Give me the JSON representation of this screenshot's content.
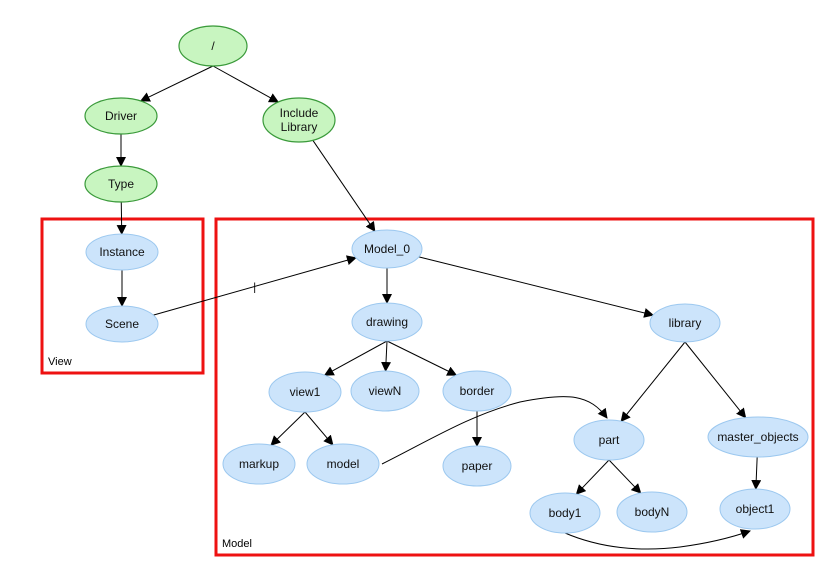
{
  "diagram": {
    "type": "tree-graph",
    "colors": {
      "root_fill": "#c8f5c0",
      "root_stroke": "#3a9a3a",
      "node_fill": "#cce4fb",
      "node_stroke": "#9cc8ef",
      "group_border": "#ee1111"
    },
    "groups": [
      {
        "id": "view",
        "label": "View"
      },
      {
        "id": "model",
        "label": "Model"
      }
    ],
    "nodes": [
      {
        "id": "root",
        "label": "/",
        "style": "green"
      },
      {
        "id": "driver",
        "label": "Driver",
        "style": "green"
      },
      {
        "id": "include_library",
        "label": "Include\nLibrary",
        "style": "green"
      },
      {
        "id": "type",
        "label": "Type",
        "style": "green"
      },
      {
        "id": "instance",
        "label": "Instance",
        "style": "blue",
        "group": "view"
      },
      {
        "id": "scene",
        "label": "Scene",
        "style": "blue",
        "group": "view"
      },
      {
        "id": "model_0",
        "label": "Model_0",
        "style": "blue",
        "group": "model"
      },
      {
        "id": "drawing",
        "label": "drawing",
        "style": "blue",
        "group": "model"
      },
      {
        "id": "library",
        "label": "library",
        "style": "blue",
        "group": "model"
      },
      {
        "id": "view1",
        "label": "view1",
        "style": "blue",
        "group": "model"
      },
      {
        "id": "viewN",
        "label": "viewN",
        "style": "blue",
        "group": "model"
      },
      {
        "id": "border",
        "label": "border",
        "style": "blue",
        "group": "model"
      },
      {
        "id": "markup",
        "label": "markup",
        "style": "blue",
        "group": "model"
      },
      {
        "id": "model",
        "label": "model",
        "style": "blue",
        "group": "model"
      },
      {
        "id": "paper",
        "label": "paper",
        "style": "blue",
        "group": "model"
      },
      {
        "id": "part",
        "label": "part",
        "style": "blue",
        "group": "model"
      },
      {
        "id": "master_objects",
        "label": "master_objects",
        "style": "blue",
        "group": "model"
      },
      {
        "id": "body1",
        "label": "body1",
        "style": "blue",
        "group": "model"
      },
      {
        "id": "bodyN",
        "label": "bodyN",
        "style": "blue",
        "group": "model"
      },
      {
        "id": "object1",
        "label": "object1",
        "style": "blue",
        "group": "model"
      }
    ],
    "edges": [
      {
        "from": "root",
        "to": "driver"
      },
      {
        "from": "root",
        "to": "include_library"
      },
      {
        "from": "driver",
        "to": "type"
      },
      {
        "from": "type",
        "to": "instance"
      },
      {
        "from": "include_library",
        "to": "model_0"
      },
      {
        "from": "instance",
        "to": "scene"
      },
      {
        "from": "scene",
        "to": "model_0",
        "label": "|"
      },
      {
        "from": "model_0",
        "to": "drawing"
      },
      {
        "from": "model_0",
        "to": "library"
      },
      {
        "from": "drawing",
        "to": "view1"
      },
      {
        "from": "drawing",
        "to": "viewN"
      },
      {
        "from": "drawing",
        "to": "border"
      },
      {
        "from": "view1",
        "to": "markup"
      },
      {
        "from": "view1",
        "to": "model"
      },
      {
        "from": "border",
        "to": "paper"
      },
      {
        "from": "model",
        "to": "part"
      },
      {
        "from": "library",
        "to": "part"
      },
      {
        "from": "library",
        "to": "master_objects"
      },
      {
        "from": "part",
        "to": "body1"
      },
      {
        "from": "part",
        "to": "bodyN"
      },
      {
        "from": "master_objects",
        "to": "object1"
      },
      {
        "from": "body1",
        "to": "object1"
      }
    ]
  }
}
